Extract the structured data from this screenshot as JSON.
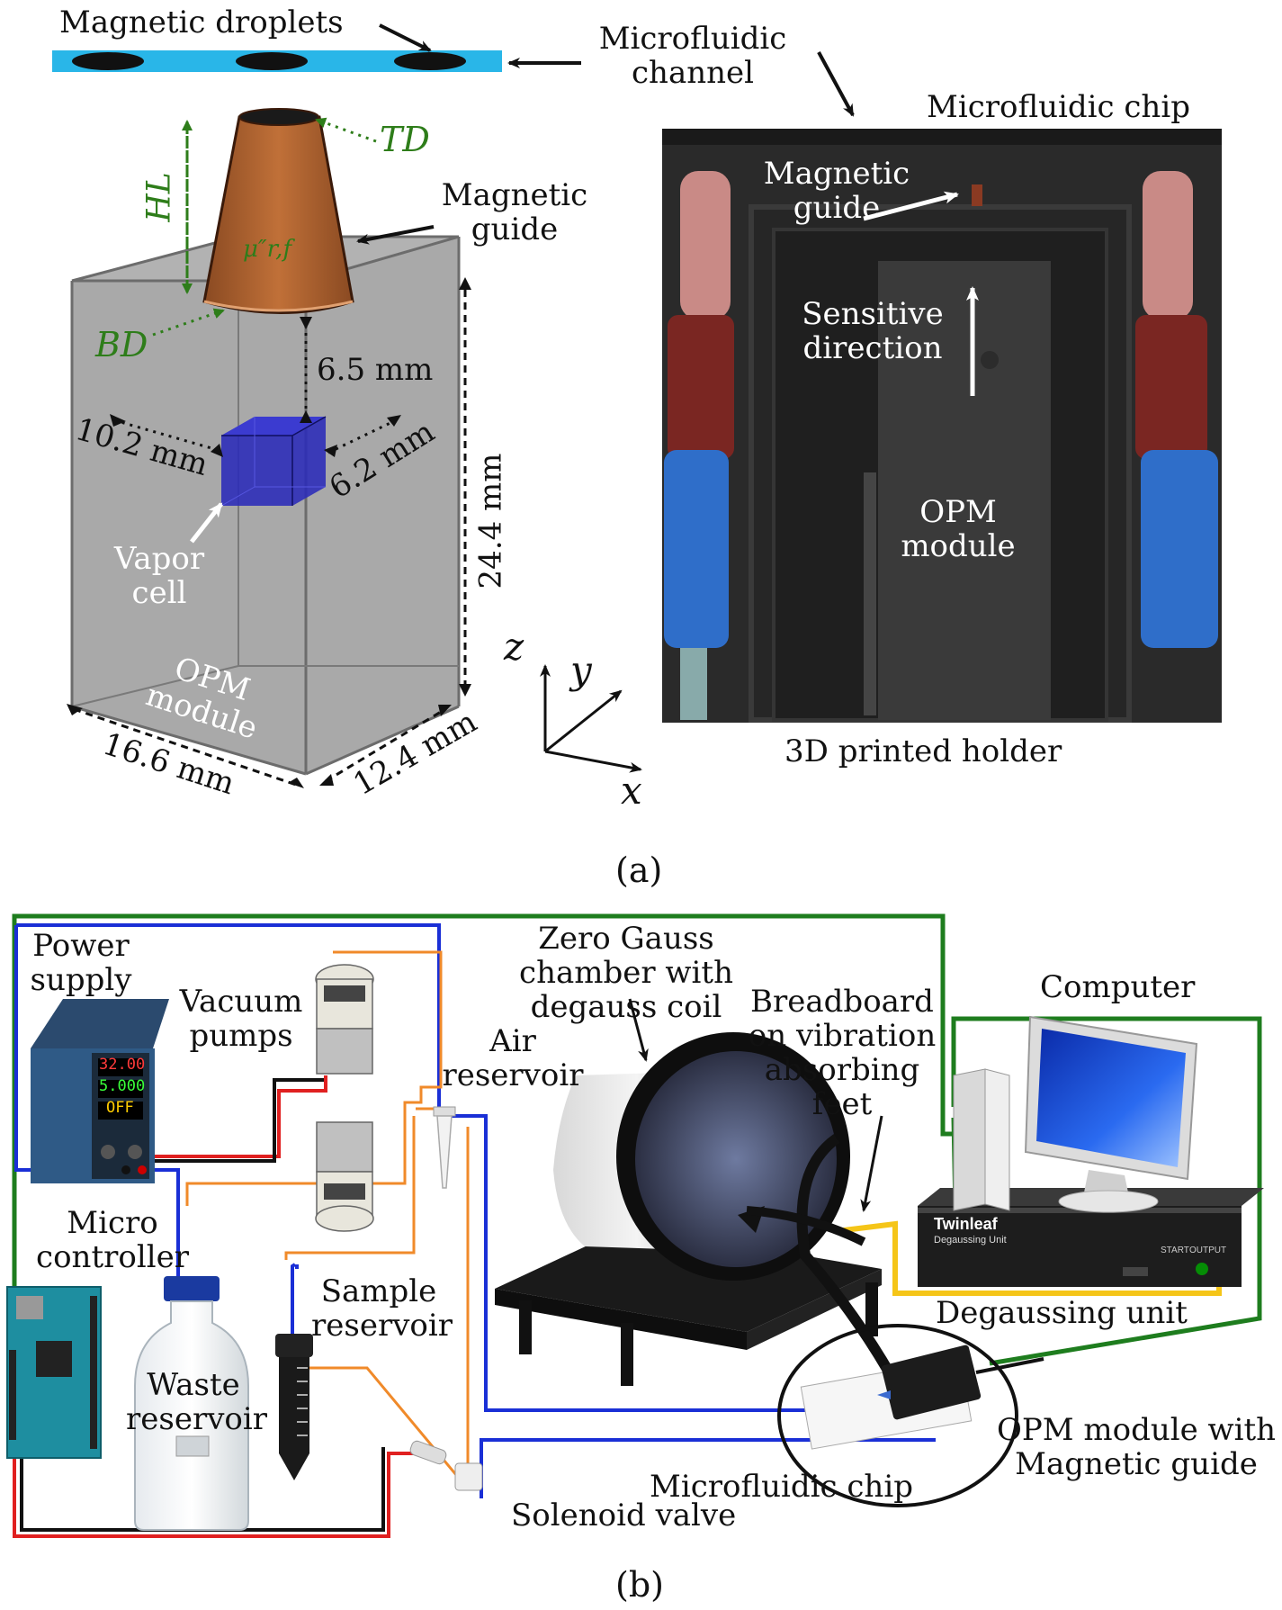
{
  "panel_a": {
    "caption": "(a)",
    "magnetic_droplets": "Magnetic droplets",
    "microfluidic_channel": [
      "Microfluidic",
      "channel"
    ],
    "microfluidic_chip": "Microfluidic chip",
    "magnetic_guide": [
      "Magnetic",
      "guide"
    ],
    "td": "TD",
    "hl": "HL",
    "bd": "BD",
    "mu": "μ″r,f",
    "dim_6_5": "6.5 mm",
    "dim_10_2": "10.2 mm",
    "dim_6_2": "6.2 mm",
    "dim_24_4": "24.4 mm",
    "dim_16_6": "16.6 mm",
    "dim_12_4": "12.4 mm",
    "vapor_cell": [
      "Vapor",
      "cell"
    ],
    "opm_module": [
      "OPM",
      "module"
    ],
    "axis_x": "x",
    "axis_y": "y",
    "axis_z": "z",
    "photo": {
      "magnetic_guide": [
        "Magnetic",
        "guide"
      ],
      "sensitive_direction": [
        "Sensitive",
        "direction"
      ],
      "opm_module": [
        "OPM",
        "module"
      ],
      "holder": "3D printed holder"
    }
  },
  "panel_b": {
    "caption": "(b)",
    "power_supply": [
      "Power",
      "supply"
    ],
    "psu_readouts": [
      "32.00",
      "5.000",
      "OFF"
    ],
    "vacuum_pumps": [
      "Vacuum",
      "pumps"
    ],
    "air_reservoir": [
      "Air",
      "reservoir"
    ],
    "zero_gauss": [
      "Zero Gauss",
      "chamber with",
      "degauss coil"
    ],
    "breadboard": [
      "Breadboard",
      "on vibration",
      "absorbing",
      "feet"
    ],
    "computer": "Computer",
    "micro_controller": [
      "Micro",
      "controller"
    ],
    "sample_reservoir": [
      "Sample",
      "reservoir"
    ],
    "waste_reservoir": [
      "Waste",
      "reservoir"
    ],
    "degaussing_unit": "Degaussing unit",
    "degaussing_brand": "Twinleaf",
    "degaussing_sub": "Degaussing Unit",
    "degaussing_start": "START",
    "degaussing_output": "OUTPUT",
    "opm_module_guide": [
      "OPM module with",
      "Magnetic guide"
    ],
    "microfluidic_chip": "Microfluidic chip",
    "solenoid_valve": "Solenoid valve"
  },
  "colors": {
    "channel": "#29b6e8",
    "guide": "#b8652e",
    "cell": "#2a2ab8",
    "box": "#9a9a9a",
    "wire_green": "#1e7d1e",
    "wire_blue": "#1a2fd6",
    "wire_orange": "#f08a2a",
    "wire_red": "#e02020",
    "wire_yellow": "#f5c518"
  }
}
